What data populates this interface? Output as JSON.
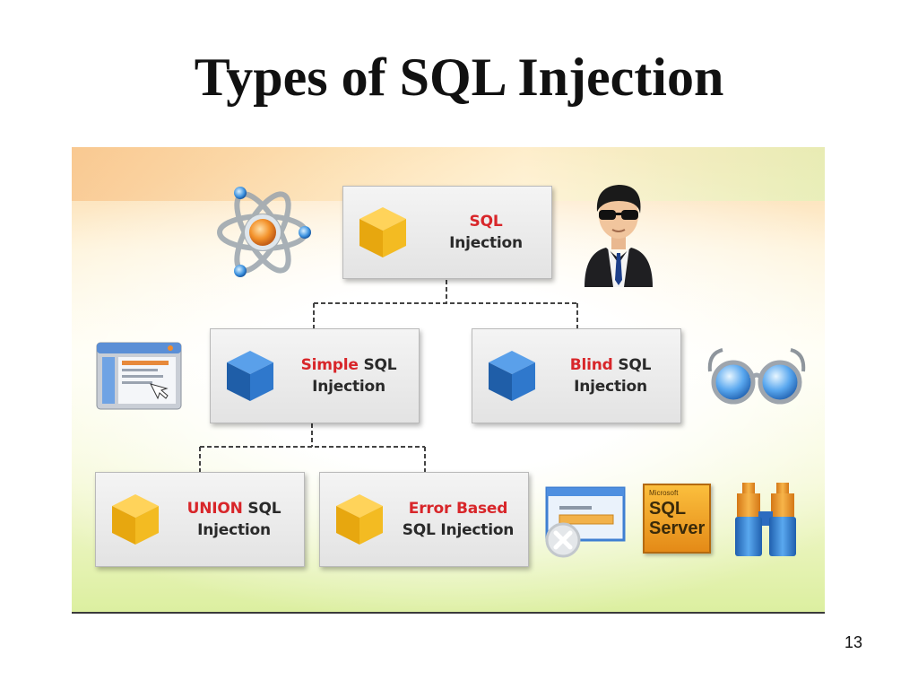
{
  "slide": {
    "title": "Types of SQL Injection",
    "number": "13"
  },
  "diagram": {
    "root": {
      "highlight": "SQL",
      "rest": "Injection"
    },
    "level2": [
      {
        "highlight": "Simple",
        "line1_rest": " SQL",
        "line2": "Injection"
      },
      {
        "highlight": "Blind",
        "line1_rest": " SQL",
        "line2": "Injection"
      }
    ],
    "level3": [
      {
        "highlight": "UNION",
        "line1_rest": " SQL",
        "line2": "Injection"
      },
      {
        "highlight": "Error Based",
        "line1_rest": "",
        "line2": "SQL Injection"
      }
    ],
    "sql_server_badge": {
      "top": "Microsoft",
      "line1": "SQL",
      "line2": "Server"
    }
  },
  "colors": {
    "highlight": "#d8262a",
    "gold_cube": "#f2b51b",
    "blue_cube": "#2d73c8",
    "connector": "#444444"
  },
  "icons": [
    "atom-icon",
    "hacker-icon",
    "browser-window-icon",
    "glasses-icon",
    "error-dialog-icon",
    "sql-server-icon",
    "binoculars-icon"
  ]
}
